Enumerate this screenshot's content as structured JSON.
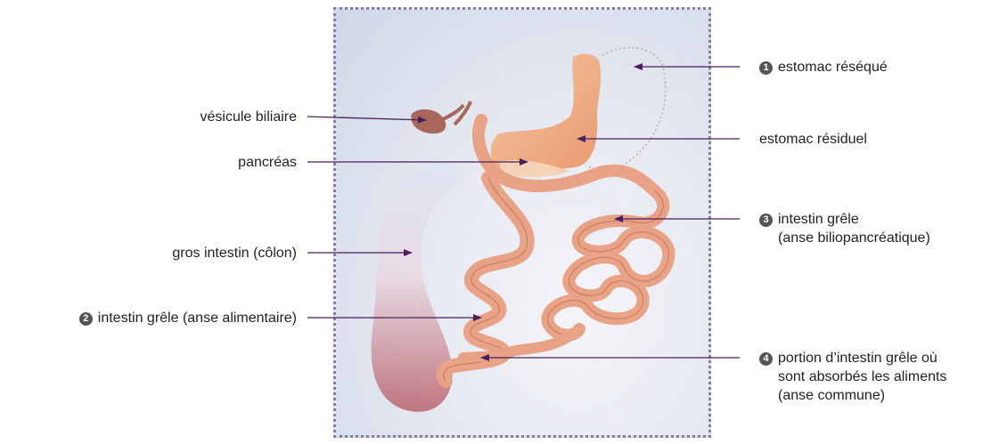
{
  "labels": {
    "vesicule": "vésicule biliaire",
    "pancreas": "pancréas",
    "gros_intestin": "gros intestin (côlon)",
    "intestin_alimentaire": {
      "num": "2",
      "text": "intestin grêle (anse alimentaire)"
    },
    "estomac_reseque": {
      "num": "1",
      "text": "estomac réséqué"
    },
    "estomac_residuel": "estomac résiduel",
    "intestin_bilio": {
      "num": "3",
      "line1": "intestin grêle",
      "line2": "(anse biliopancréatique)"
    },
    "portion_commune": {
      "num": "4",
      "line1": "portion d’intestin grêle où",
      "line2": "sont absorbés les aliments",
      "line3": "(anse commune)"
    }
  },
  "colors": {
    "arrow": "#4a1e5e",
    "frame_border": "#8a7aa6",
    "intestine": "#e8a386",
    "intestine_dark": "#b9624a",
    "stomach": "#f0b88e",
    "colon": "#d9bcc6"
  }
}
